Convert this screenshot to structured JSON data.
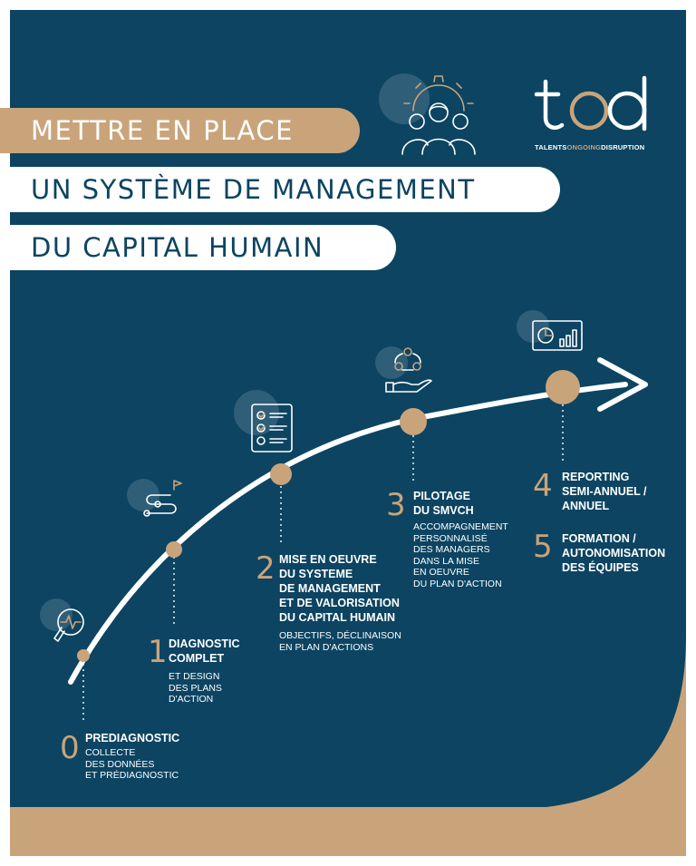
{
  "colors": {
    "navy": "#0c4462",
    "tan": "#c9a47b",
    "white": "#ffffff"
  },
  "title_lines": [
    "METTRE EN PLACE",
    "UN SYSTÈME DE MANAGEMENT",
    "DU CAPITAL HUMAIN"
  ],
  "logo": {
    "mark": "tod",
    "tagline_1": "TALENTS",
    "tagline_2": "ONGOING",
    "tagline_3": "DISRUPTION"
  },
  "header_icon": "team-gear-icon",
  "steps": [
    {
      "number": "0",
      "title": "PREDIAGNOSTIC",
      "desc": "COLLECTE\nDES DONNÉES\nET PRÉDIAGNOSTIC",
      "icon": "magnifier-pulse-icon"
    },
    {
      "number": "1",
      "title": "DIAGNOSTIC\nCOMPLET",
      "desc": "ET DESIGN\nDES PLANS\nD'ACTION",
      "icon": "route-flag-icon"
    },
    {
      "number": "2",
      "title": "MISE EN OEUVRE\nDU SYSTEME\nDE MANAGEMENT\nET DE VALORISATION\nDU CAPITAL HUMAIN",
      "desc": "OBJECTIFS, DÉCLINAISON\nEN PLAN D'ACTIONS",
      "icon": "checklist-icon"
    },
    {
      "number": "3",
      "title": "PILOTAGE\nDU SMVCH",
      "desc": "ACCOMPAGNEMENT\nPERSONNALISÉ\nDES MANAGERS\nDANS LA MISE\nEN OEUVRE\nDU PLAN D'ACTION",
      "icon": "hand-gears-icon"
    },
    {
      "number": "4",
      "title": "REPORTING\nSEMI-ANNUEL /\nANNUEL",
      "desc": "",
      "icon": "dashboard-chart-icon"
    },
    {
      "number": "5",
      "title": "FORMATION /\nAUTONOMISATION\nDES ÉQUIPES",
      "desc": "",
      "icon": ""
    }
  ]
}
